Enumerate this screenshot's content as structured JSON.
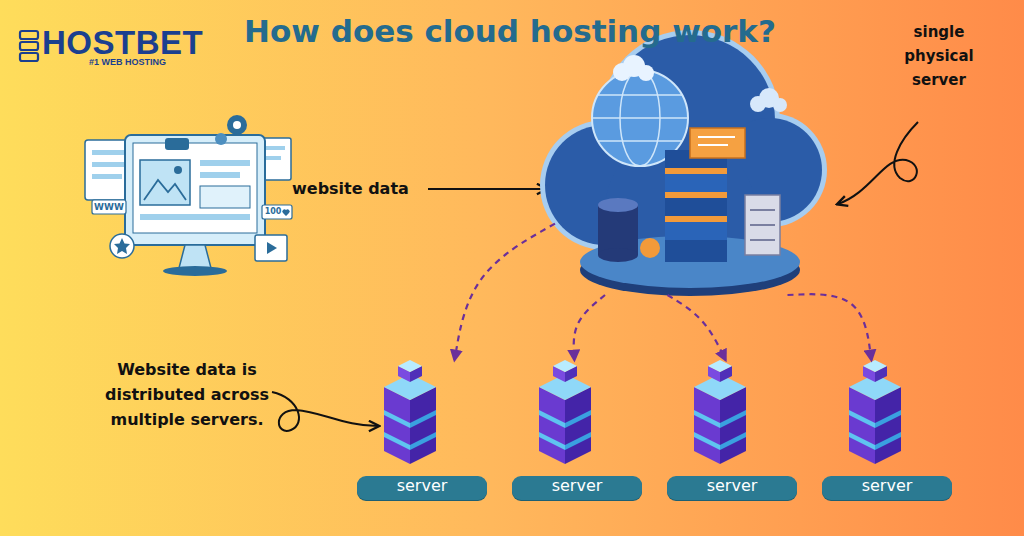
{
  "diagram": {
    "title": "How does cloud hosting work?",
    "nodes": [
      {
        "text": [
          "single physical server"
        ]
      },
      {
        "text": [
          "server"
        ]
      },
      {
        "text": [
          "server"
        ]
      },
      {
        "text": [
          "server"
        ]
      },
      {
        "text": [
          "server"
        ]
      }
    ],
    "edges": [
      {
        "from": 0,
        "to": 1,
        "arrow": "to"
      },
      {
        "from": 0,
        "to": 2,
        "arrow": "to"
      },
      {
        "from": 0,
        "to": 3,
        "arrow": "to"
      },
      {
        "from": 0,
        "to": 4,
        "arrow": "to"
      }
    ],
    "labels": [
      "HOSTBET",
      "#1 WEB HOSTING",
      "website data",
      "Website data is distributed across multiple servers.",
      "WWW",
      "100"
    ]
  }
}
